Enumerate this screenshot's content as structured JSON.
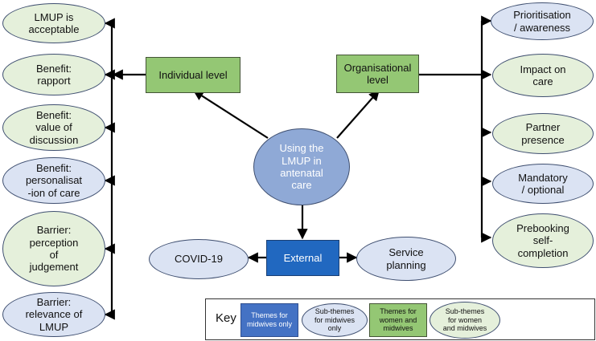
{
  "center": "Using the\nLMUP in\nantenatal\ncare",
  "level_nodes": {
    "individual": "Individual level",
    "organisational": "Organisational\nlevel",
    "external": "External"
  },
  "individual_subthemes": [
    "LMUP is\nacceptable",
    "Benefit:\nrapport",
    "Benefit:\nvalue of\ndiscussion",
    "Benefit:\npersonalisat\n-ion of care",
    "Barrier:\nperception\nof\njudgement",
    "Barrier:\nrelevance of\nLMUP"
  ],
  "organisational_subthemes": [
    "Prioritisation\n/ awareness",
    "Impact on\ncare",
    "Partner\npresence",
    "Mandatory\n/ optional",
    "Prebooking\nself-\ncompletion"
  ],
  "external_subthemes": {
    "left": "COVID-19",
    "right": "Service\nplanning"
  },
  "key": {
    "label": "Key",
    "items": [
      "Themes for\nmidwives only",
      "Sub-themes\nfor midwives\nonly",
      "Themes for\nwomen and\nmidwives",
      "Sub-themes\nfor women\nand midwives"
    ]
  },
  "colors": {
    "green_fill": "#e5f0db",
    "blue_fill": "#dbe3f3",
    "theme_green": "#94c774",
    "theme_blue": "#2168c0",
    "center_fill": "#8fa9d6"
  }
}
